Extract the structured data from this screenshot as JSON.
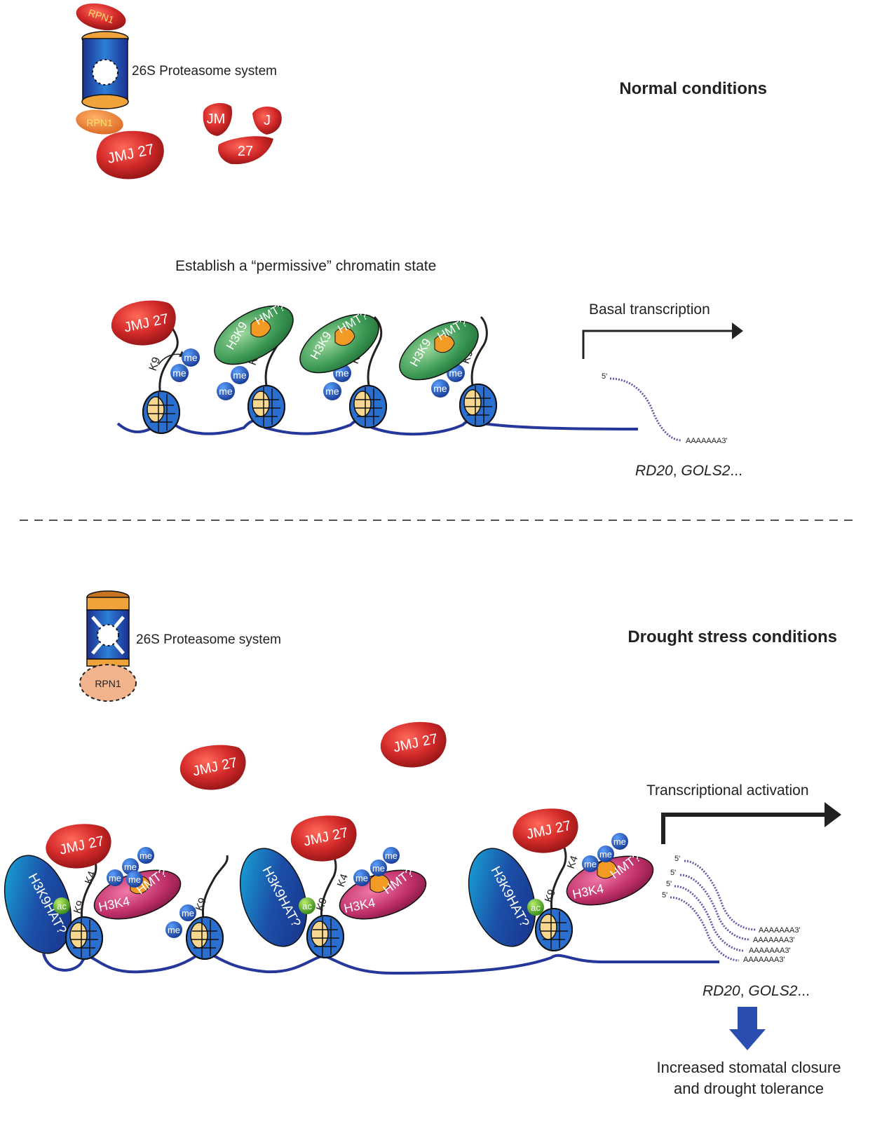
{
  "normal": {
    "title": "Normal conditions",
    "proteasome_label": "26S Proteasome system",
    "rpn1": "RPN1",
    "jmj27": "JMJ 27",
    "fragments": [
      "JM",
      "J",
      "27"
    ],
    "chromatin_caption": "Establish a “permissive” chromatin state",
    "hmt_label": "HMT?",
    "h3k9_label": "H3K9",
    "k9": "K9",
    "me": "me",
    "transcription_label": "Basal transcription",
    "five_prime": "5'",
    "polya": "AAAAAAA3'",
    "genes_italic_1": "RD20",
    "genes_comma": ", ",
    "genes_italic_2": "GOLS2",
    "genes_ellipsis": "..."
  },
  "drought": {
    "title": "Drought stress conditions",
    "proteasome_label": "26S Proteasome system",
    "rpn1": "RPN1",
    "jmj27": "JMJ 27",
    "hat_label": "H3K9HAT?",
    "ac": "ac",
    "k4": "K4",
    "k9": "K9",
    "me": "me",
    "h3k4_label": "H3K4",
    "hmt_label": "HMT?",
    "transcription_label": "Transcriptional activation",
    "five_prime": "5'",
    "polya": "AAAAAAA3'",
    "genes_italic_1": "RD20",
    "genes_comma": ", ",
    "genes_italic_2": "GOLS2",
    "genes_ellipsis": "...",
    "outcome_line1": "Increased stomatal closure",
    "outcome_line2": "and drought tolerance"
  },
  "colors": {
    "jmj_red": "#d42a2a",
    "hmt_green": "#3c9a55",
    "h3k4_magenta": "#c0306a",
    "hat_blue": "#1c4fa8",
    "dna_blue": "#25379a",
    "me_blue": "#2453b8",
    "ac_green": "#5cb030",
    "rpn1_orange": "#e8762b",
    "hmt_orange": "#f39a25",
    "mrna_purple": "#6a55a8",
    "arrow_blue": "#2a4db0"
  }
}
